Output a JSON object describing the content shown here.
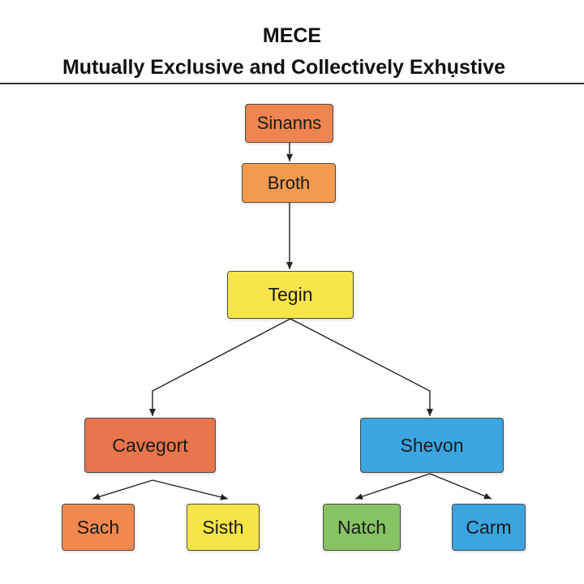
{
  "title": {
    "line1": "MECE",
    "line2": "Mutually Exclusive and Collectively Exhụstive"
  },
  "nodes": {
    "sinanns": {
      "label": "Sinanns",
      "color": "#EE8450"
    },
    "broth": {
      "label": "Broth",
      "color": "#F49A4E"
    },
    "tegin": {
      "label": "Tegin",
      "color": "#F8E54A"
    },
    "cavegort": {
      "label": "Cavegort",
      "color": "#E9754C"
    },
    "shevon": {
      "label": "Shevon",
      "color": "#3BA6E0"
    },
    "sach": {
      "label": "Sach",
      "color": "#F1894F"
    },
    "sisth": {
      "label": "Sisth",
      "color": "#F7E548"
    },
    "natch": {
      "label": "Natch",
      "color": "#86C364"
    },
    "carm": {
      "label": "Carm",
      "color": "#3BA5E0"
    }
  },
  "edges": [
    {
      "from": "sinanns",
      "to": "broth"
    },
    {
      "from": "broth",
      "to": "tegin"
    },
    {
      "from": "tegin",
      "to": "cavegort"
    },
    {
      "from": "tegin",
      "to": "shevon"
    },
    {
      "from": "cavegort",
      "to": "sach"
    },
    {
      "from": "cavegort",
      "to": "sisth"
    },
    {
      "from": "shevon",
      "to": "natch"
    },
    {
      "from": "shevon",
      "to": "carm"
    }
  ],
  "colors": {
    "rule": "#333333",
    "connector": "#222222",
    "node_border": "#4a4a4a"
  }
}
